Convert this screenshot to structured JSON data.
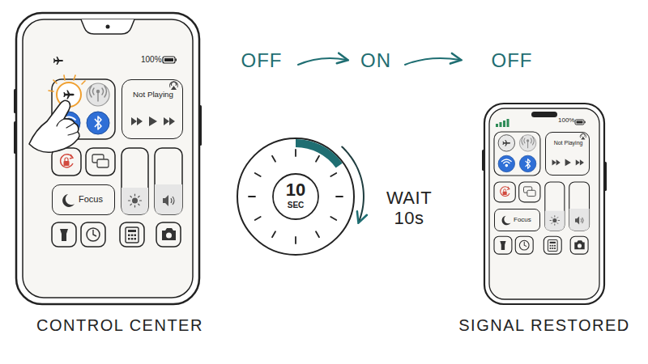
{
  "diagram": {
    "nodes": [
      {
        "text": [
          "100%",
          "CONTROL CENTER"
        ]
      },
      {
        "text": [
          "Not Playing"
        ],
        "in": 0
      },
      {
        "text": [
          "Focus"
        ],
        "in": 0
      },
      {
        "text": [
          "10",
          "SEC"
        ]
      },
      {
        "text": [
          "100%",
          "SIGNAL RESTORED"
        ]
      },
      {
        "text": [
          "Not Playing"
        ],
        "in": 4
      },
      {
        "text": [
          "Focus"
        ],
        "in": 4
      }
    ],
    "labels": [
      "OFF",
      "ON",
      "OFF",
      "WAIT 10s"
    ]
  }
}
